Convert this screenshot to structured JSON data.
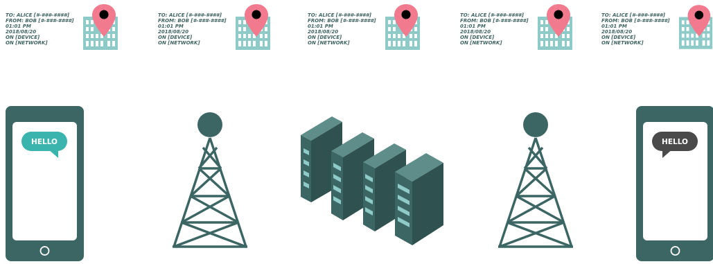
{
  "colors": {
    "dark_teal": "#3c6664",
    "text_teal": "#3f6463",
    "light_teal": "#8ecbc8",
    "bubble_teal": "#3ab4ad",
    "bubble_dark": "#4a4a4a",
    "pin_pink": "#f27a8e",
    "white": "#ffffff"
  },
  "metadata_cards": [
    {
      "to": "TO: ALICE [#-###-####]",
      "from": "FROM: BOB [#-###-####]",
      "time": "01:01 PM",
      "date": "2018/08/20",
      "device": "ON [DEVICE]",
      "network": "ON [NETWORK]",
      "icon": "location-pin-building-icon"
    },
    {
      "to": "TO: ALICE [#-###-####]",
      "from": "FROM: BOB [#-###-####]",
      "time": "01:01 PM",
      "date": "2018/08/20",
      "device": "ON [DEVICE]",
      "network": "ON [NETWORK]",
      "icon": "location-pin-building-icon"
    },
    {
      "to": "TO: ALICE [#-###-####]",
      "from": "FROM: BOB [#-###-####]",
      "time": "01:01 PM",
      "date": "2018/08/20",
      "device": "ON [DEVICE]",
      "network": "ON [NETWORK]",
      "icon": "location-pin-building-icon"
    },
    {
      "to": "TO: ALICE [#-###-####]",
      "from": "FROM: BOB [#-###-####]",
      "time": "01:01 PM",
      "date": "2018/08/20",
      "device": "ON [DEVICE]",
      "network": "ON [NETWORK]",
      "icon": "location-pin-building-icon"
    },
    {
      "to": "TO: ALICE [#-###-####]",
      "from": "FROM: BOB [#-###-####]",
      "time": "01:01 PM",
      "date": "2018/08/20",
      "device": "ON [DEVICE]",
      "network": "ON [NETWORK]",
      "icon": "location-pin-building-icon"
    }
  ],
  "left_phone": {
    "icon": "smartphone-icon",
    "bubble_text": "HELLO"
  },
  "left_tower": {
    "icon": "cell-tower-icon"
  },
  "servers": {
    "icon": "server-racks-icon"
  },
  "right_tower": {
    "icon": "cell-tower-icon"
  },
  "right_phone": {
    "icon": "smartphone-icon",
    "bubble_text": "HELLO"
  }
}
